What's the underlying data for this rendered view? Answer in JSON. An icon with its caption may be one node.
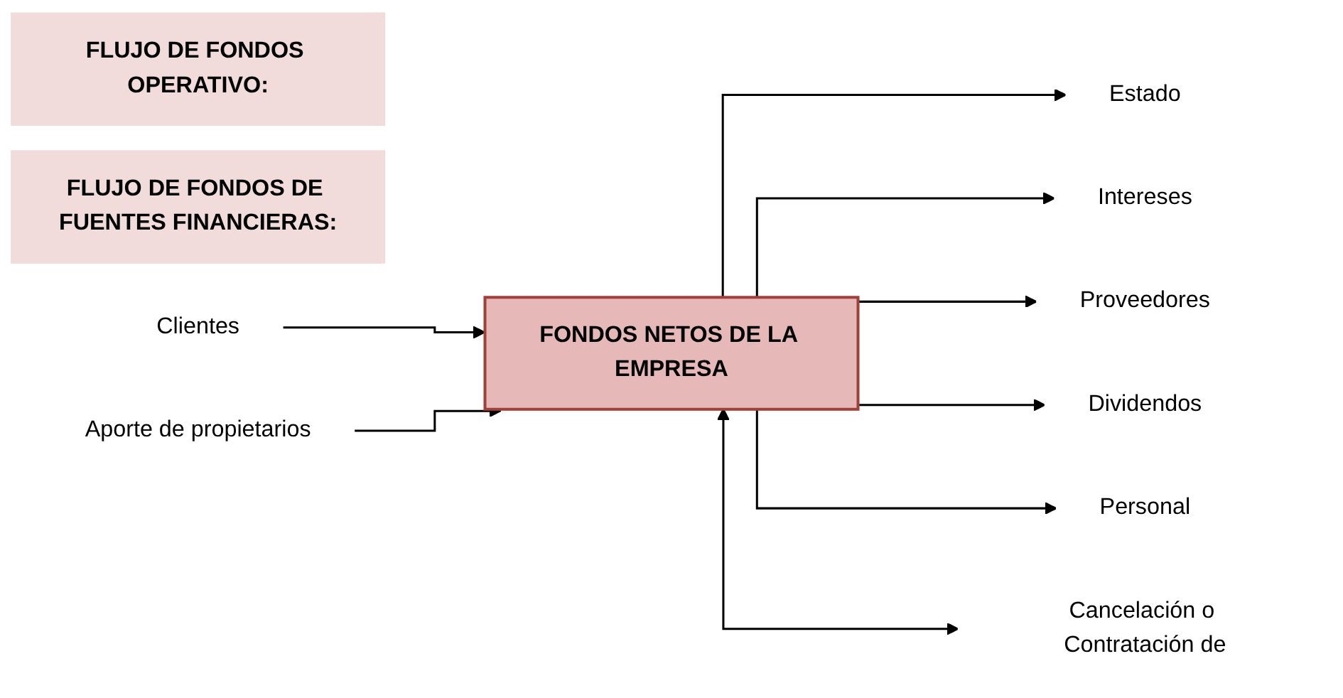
{
  "diagram": {
    "nodes": [
      {
        "text": [
          "FLUJO DE FONDOS OPERATIVO:"
        ]
      },
      {
        "text": [
          "FLUJO DE FONDOS DE FUENTES FINANCIERAS:"
        ]
      },
      {
        "text": [
          "Clientes"
        ]
      },
      {
        "text": [
          "Aporte de propietarios"
        ]
      },
      {
        "text": [
          "FONDOS NETOS DE LA EMPRESA"
        ]
      },
      {
        "text": [
          "Estado"
        ]
      },
      {
        "text": [
          "Intereses"
        ]
      },
      {
        "text": [
          "Proveedores"
        ]
      },
      {
        "text": [
          "Dividendos"
        ]
      },
      {
        "text": [
          "Personal"
        ]
      },
      {
        "text": [
          "Cancelación o Contratación de"
        ]
      }
    ],
    "edges": [
      {
        "from": 2,
        "to": 4,
        "arrow": "to"
      },
      {
        "from": 3,
        "to": 4,
        "arrow": "to"
      },
      {
        "from": 4,
        "to": 5,
        "arrow": "to"
      },
      {
        "from": 4,
        "to": 6,
        "arrow": "to"
      },
      {
        "from": 4,
        "to": 7,
        "arrow": "to"
      },
      {
        "from": 4,
        "to": 8,
        "arrow": "to"
      },
      {
        "from": 4,
        "to": 9,
        "arrow": "to"
      },
      {
        "from": 4,
        "to": 10,
        "arrow": "both"
      }
    ]
  }
}
